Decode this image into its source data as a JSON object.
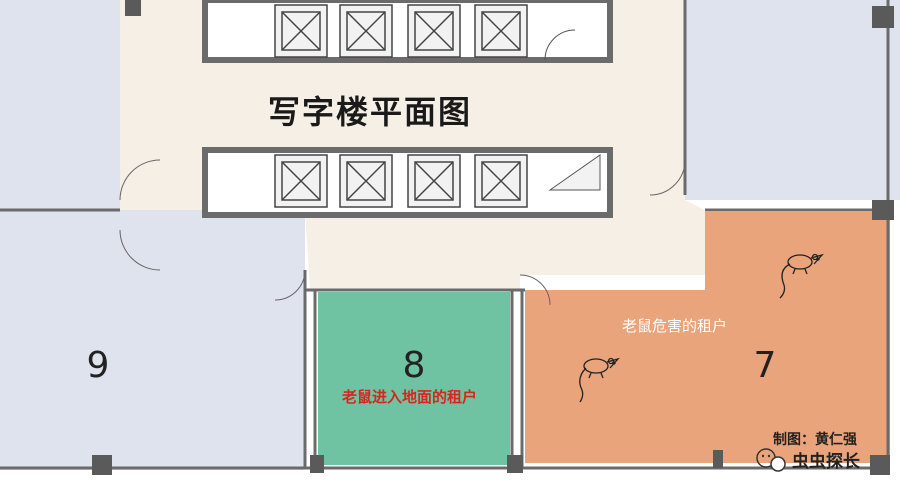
{
  "plan": {
    "title": "写字楼平面图",
    "rooms": [
      {
        "number": "9",
        "note": ""
      },
      {
        "number": "8",
        "note": "老鼠进入地面的租户"
      },
      {
        "number": "7",
        "note": "老鼠危害的租户"
      }
    ],
    "colors": {
      "corridor": "#f5efe6",
      "office": "#dfe3ee",
      "room8": "#6fc3a2",
      "room7": "#e9a47c",
      "wall": "#6b6b6b",
      "red_label": "#d8261e"
    }
  },
  "footer": {
    "credit": "制图：黄仁强",
    "account": "虫虫探长"
  }
}
